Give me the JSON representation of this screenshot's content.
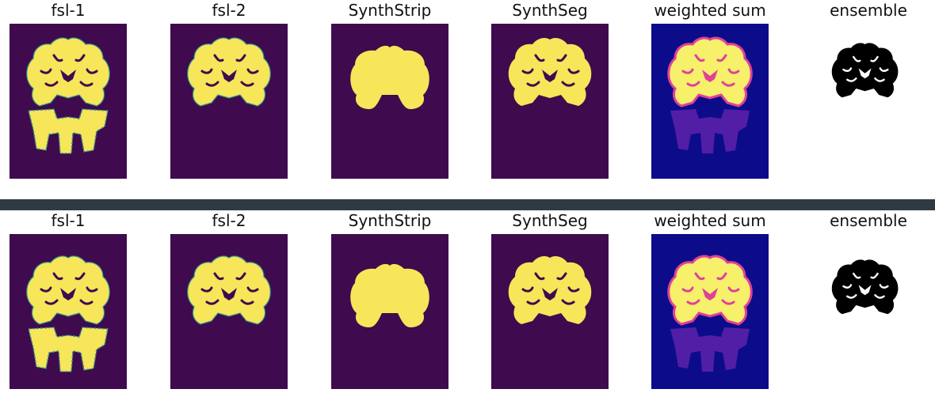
{
  "rows": [
    {
      "panels": [
        {
          "title": "fsl-1",
          "style": "fsl1"
        },
        {
          "title": "fsl-2",
          "style": "fsl2"
        },
        {
          "title": "SynthStrip",
          "style": "strip"
        },
        {
          "title": "SynthSeg",
          "style": "seg"
        },
        {
          "title": "weighted sum",
          "style": "sum"
        },
        {
          "title": "ensemble",
          "style": "ens"
        }
      ]
    },
    {
      "panels": [
        {
          "title": "fsl-1",
          "style": "fsl1"
        },
        {
          "title": "fsl-2",
          "style": "fsl2"
        },
        {
          "title": "SynthStrip",
          "style": "strip"
        },
        {
          "title": "SynthSeg",
          "style": "seg"
        },
        {
          "title": "weighted sum",
          "style": "sum"
        },
        {
          "title": "ensemble",
          "style": "ens"
        }
      ]
    }
  ],
  "colors": {
    "mask_background": "#3f0a4e",
    "mask_foreground": "#f7e55a",
    "mask_edge": "#2d8f8b",
    "sum_background": "#0c0c8a",
    "sum_foreground": "#f7f06a",
    "sum_edge": "#e0409a",
    "sum_lower": "#5a20a8",
    "ensemble_foreground": "#000000",
    "divider": "#2f3a44"
  }
}
